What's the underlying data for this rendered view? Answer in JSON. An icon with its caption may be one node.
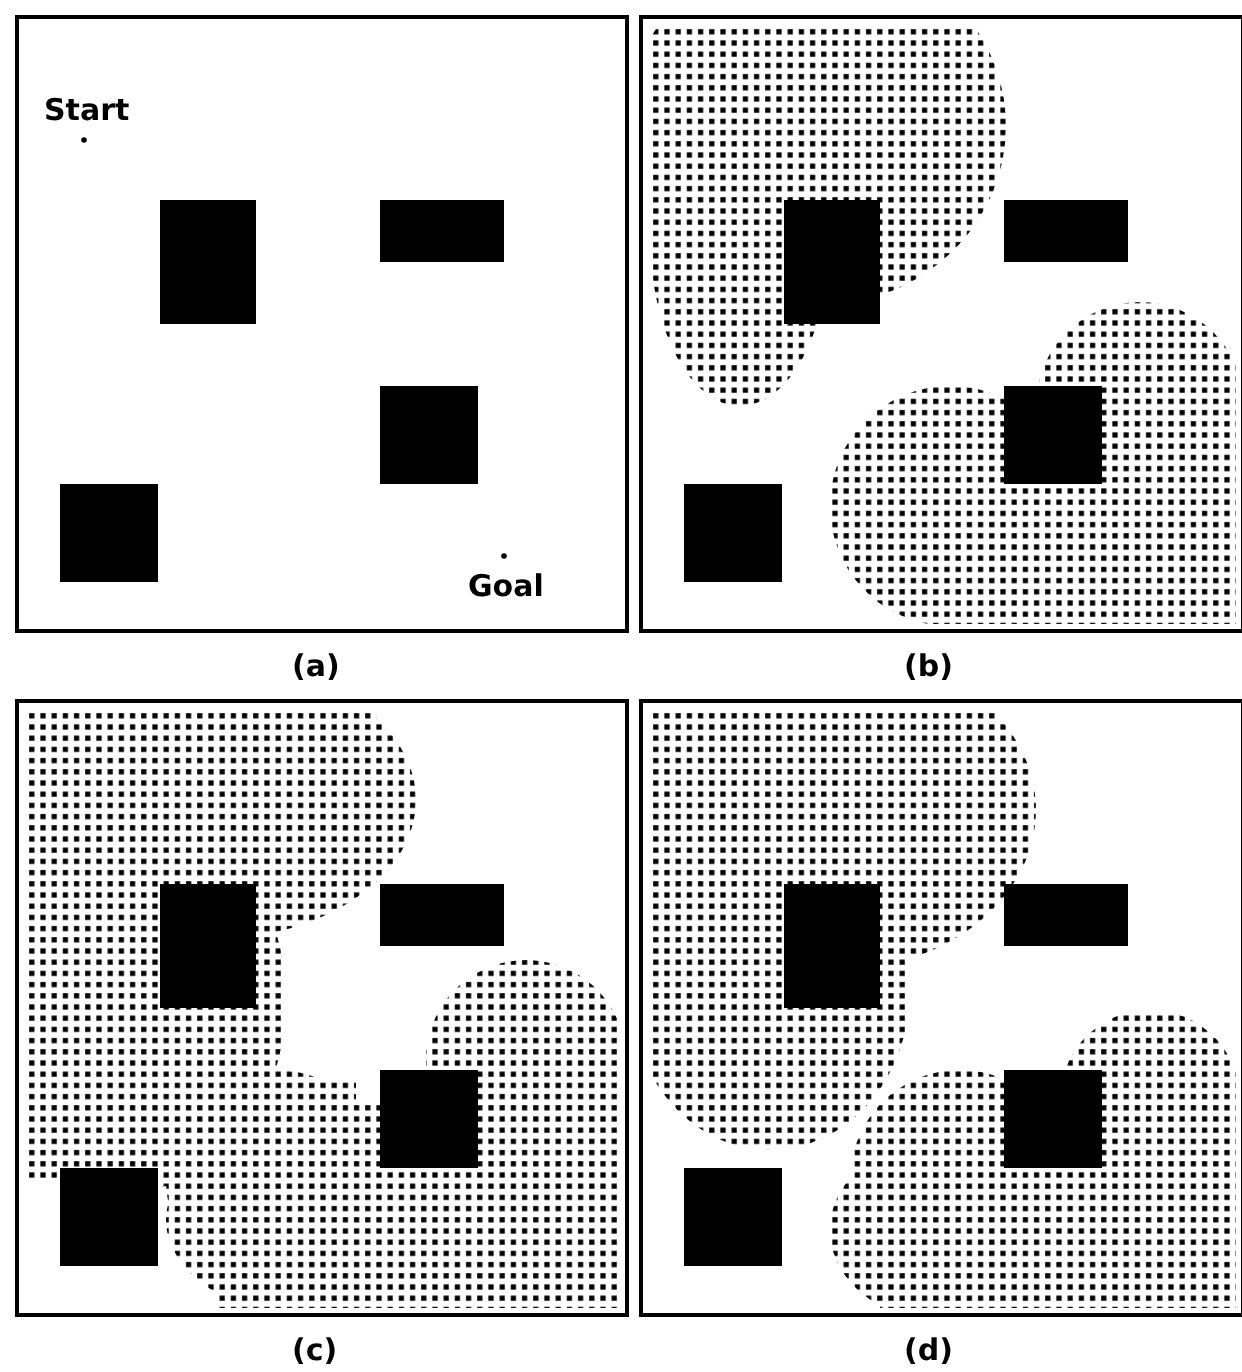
{
  "diagram": {
    "labels": [
      "Start",
      "Goal",
      "(a)",
      "(b)",
      "(c)",
      "(d)"
    ]
  }
}
